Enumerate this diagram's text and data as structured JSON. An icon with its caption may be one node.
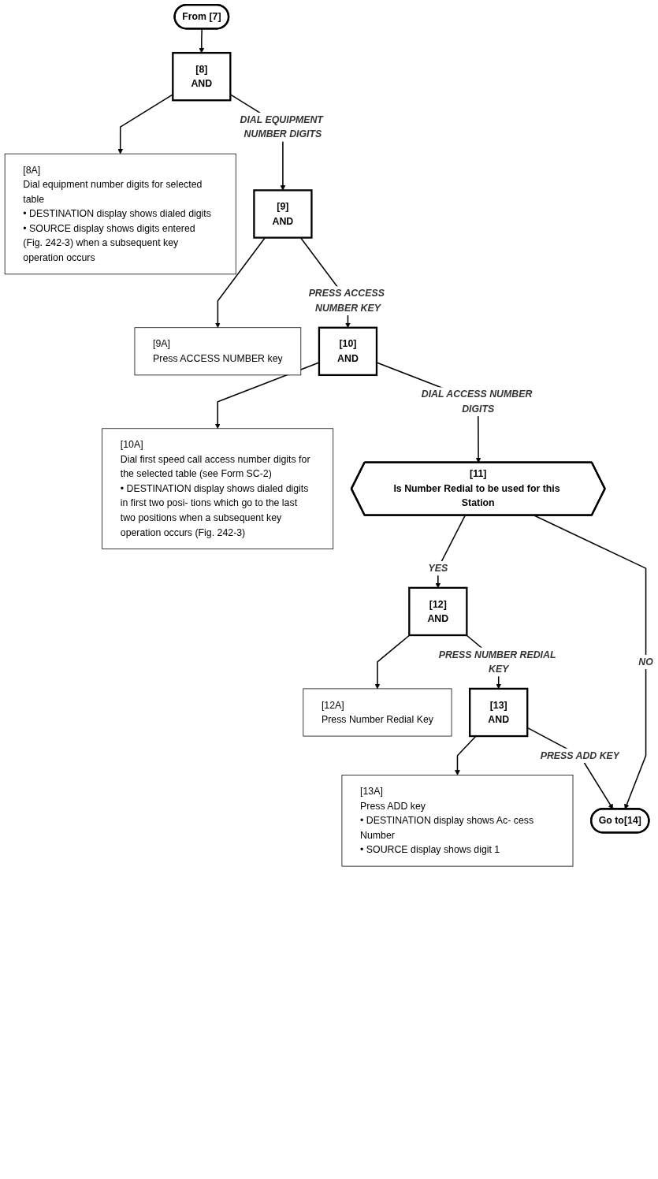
{
  "diagram": {
    "nodes": [
      {
        "text": [
          "From [7]"
        ]
      },
      {
        "text": [
          "[8A]",
          "Dial equipment number digits for selected table",
          "• DESTINATION display shows dialed digits",
          "• SOURCE display shows digits entered (Fig. 242-3) when a subsequent key operation occurs"
        ]
      },
      {
        "text": [
          "[8]",
          "AND"
        ]
      },
      {
        "text": [
          "[9A]",
          "Press ACCESS NUMBER key"
        ]
      },
      {
        "text": [
          "[9]",
          "AND"
        ]
      },
      {
        "text": [
          "[10A]",
          "Dial first speed call access number digits for the selected table (see Form SC-2)",
          "• DESTINATION display shows dialed digits in first two posi- tions which go to the last two positions when a subsequent key operation occurs (Fig. 242-3)"
        ]
      },
      {
        "text": [
          "[10]",
          "AND"
        ]
      },
      {
        "text": [
          "[11]",
          "Is Number Redial to be used for this Station"
        ]
      },
      {
        "text": [
          "[12A]",
          "Press Number Redial Key"
        ]
      },
      {
        "text": [
          "[12]",
          "AND"
        ]
      },
      {
        "text": [
          "[13A]",
          "Press ADD key",
          "• DESTINATION display shows Ac- cess Number",
          "• SOURCE display shows digit 1"
        ]
      },
      {
        "text": [
          "[13]",
          "AND"
        ]
      },
      {
        "text": [
          "Go to[14]"
        ]
      }
    ],
    "edges": [
      {
        "from": 0,
        "to": 2,
        "arrow": "to"
      },
      {
        "from": 2,
        "to": 1,
        "arrow": "to"
      },
      {
        "from": 2,
        "to": 4,
        "arrow": "to",
        "label": "DIAL EQUIPMENT NUMBER DIGITS"
      },
      {
        "from": 4,
        "to": 3,
        "arrow": "to"
      },
      {
        "from": 4,
        "to": 6,
        "arrow": "to",
        "label": "PRESS ACCESS NUMBER KEY"
      },
      {
        "from": 6,
        "to": 5,
        "arrow": "to"
      },
      {
        "from": 6,
        "to": 7,
        "arrow": "to",
        "label": "DIAL ACCESS NUMBER DIGITS"
      },
      {
        "from": 7,
        "to": 9,
        "arrow": "to",
        "label": "YES"
      },
      {
        "from": 9,
        "to": 8,
        "arrow": "to"
      },
      {
        "from": 9,
        "to": 11,
        "arrow": "to",
        "label": "PRESS NUMBER REDIAL KEY"
      },
      {
        "from": 11,
        "to": 10,
        "arrow": "to"
      },
      {
        "from": 11,
        "to": 12,
        "arrow": "to",
        "label": "PRESS ADD KEY"
      },
      {
        "from": 7,
        "to": 12,
        "arrow": "to",
        "label": "NO"
      }
    ]
  }
}
